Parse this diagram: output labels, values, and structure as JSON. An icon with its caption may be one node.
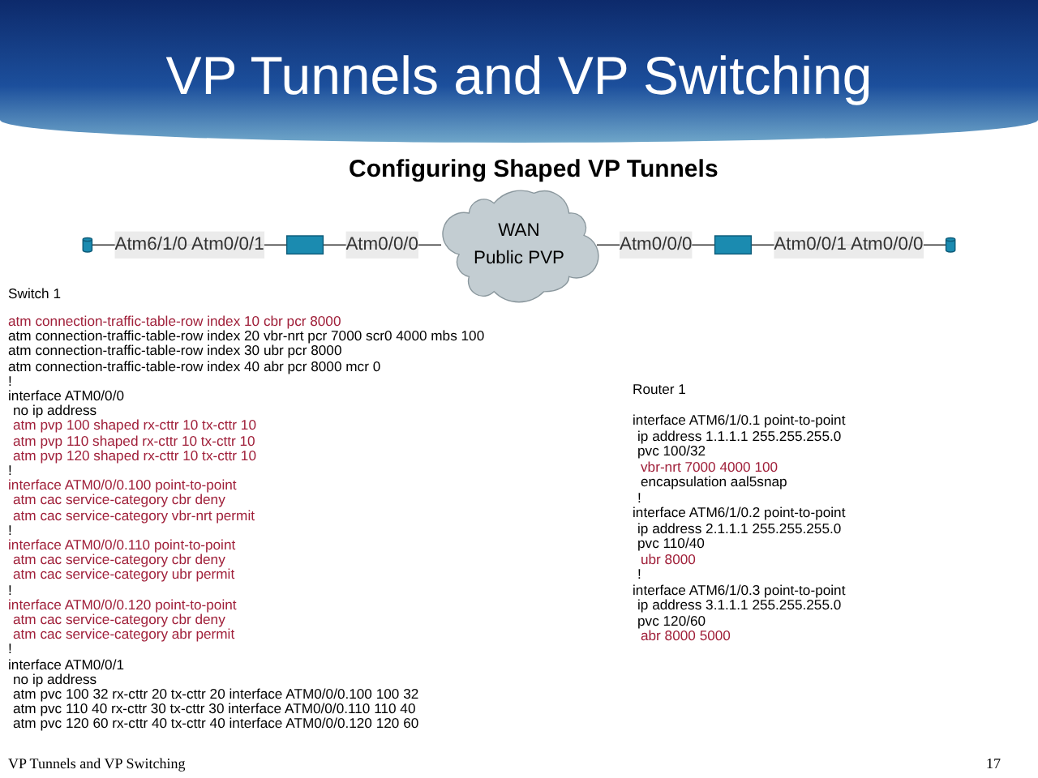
{
  "diagram": {
    "title": "VP Tunnels and VP Switching",
    "nodes": [
      {
        "text": [],
        "shape": "cylinder"
      },
      {
        "text": [],
        "shape": "box"
      },
      {
        "text": [
          "WAN",
          "Public PVP"
        ]
      },
      {
        "text": [],
        "shape": "box"
      },
      {
        "text": [],
        "shape": "cylinder"
      }
    ],
    "edges": [
      {
        "from": 0,
        "to": 1,
        "arrow": "none",
        "label": "Atm6/1/0 Atm0/0/1"
      },
      {
        "from": 1,
        "to": 2,
        "arrow": "none",
        "label": "Atm0/0/0"
      },
      {
        "from": 2,
        "to": 3,
        "arrow": "none",
        "label": "Atm0/0/0"
      },
      {
        "from": 3,
        "to": 4,
        "arrow": "none",
        "label": "Atm0/0/1 Atm0/0/0"
      }
    ],
    "labels": [
      "Configuring Shaped VP Tunnels",
      "Switch 1",
      "atm connection-traffic-table-row index 10 cbr pcr 8000",
      "atm connection-traffic-table-row index 20 vbr-nrt pcr 7000 scr0 4000 mbs 100",
      "atm connection-traffic-table-row index 30 ubr pcr 8000",
      "atm connection-traffic-table-row index 40 abr pcr 8000 mcr 0",
      "!",
      "interface ATM0/0/0",
      "no ip address",
      "atm pvp 100 shaped rx-cttr 10 tx-cttr 10",
      "atm pvp 110 shaped rx-cttr 10 tx-cttr 10",
      "atm pvp 120 shaped rx-cttr 10 tx-cttr 10",
      "!",
      "interface ATM0/0/0.100 point-to-point",
      "atm cac service-category cbr deny",
      "atm cac service-category vbr-nrt permit",
      "!",
      "interface ATM0/0/0.110 point-to-point",
      "atm cac service-category cbr deny",
      "atm cac service-category ubr permit",
      "!",
      "interface ATM0/0/0.120 point-to-point",
      "atm cac service-category cbr deny",
      "atm cac service-category abr permit",
      "!",
      "interface ATM0/0/1",
      "no ip address",
      "atm pvc 100 32 rx-cttr 20 tx-cttr 20 interface ATM0/0/0.100 100 32",
      "atm pvc 110 40 rx-cttr 30 tx-cttr 30 interface ATM0/0/0.110 110 40",
      "atm pvc 120 60 rx-cttr 40 tx-cttr 40 interface ATM0/0/0.120 120 60",
      "Router 1",
      "interface ATM6/1/0.1 point-to-point",
      "ip address 1.1.1.1 255.255.255.0",
      "pvc 100/32",
      "vbr-nrt 7000 4000 100",
      "encapsulation aal5snap",
      "!",
      "interface ATM6/1/0.2 point-to-point",
      "ip address 2.1.1.1 255.255.255.0",
      "pvc 110/40",
      "ubr 8000",
      "!",
      "interface ATM6/1/0.3 point-to-point",
      "ip address 3.1.1.1 255.255.255.0",
      "pvc 120/60",
      "abr 8000 5000",
      "VP Tunnels and VP Switching",
      "17"
    ]
  }
}
